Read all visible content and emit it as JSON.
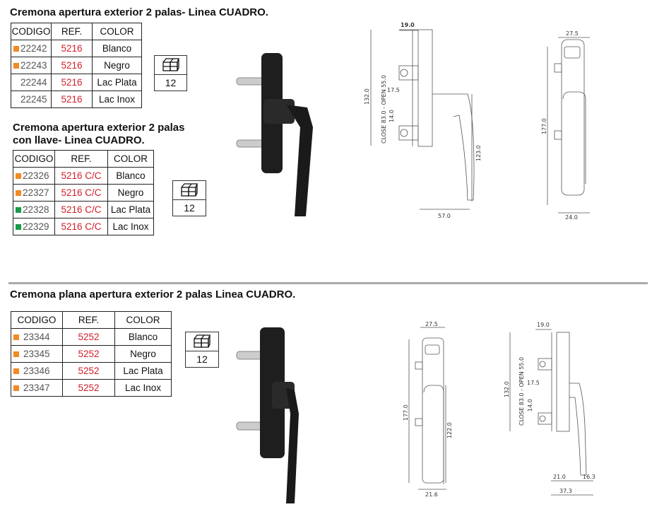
{
  "sections": [
    {
      "title": "Cremona apertura exterior 2 palas- Linea CUADRO.",
      "headers": [
        "CODIGO",
        "REF.",
        "COLOR"
      ],
      "rows": [
        {
          "code": "22242",
          "ref": "5216",
          "color": "Blanco",
          "marker": "#f08a24"
        },
        {
          "code": "22243",
          "ref": "5216",
          "color": "Negro",
          "marker": "#f08a24"
        },
        {
          "code": "22244",
          "ref": "5216",
          "color": "Lac Plata",
          "marker": ""
        },
        {
          "code": "22245",
          "ref": "5216",
          "color": "Lac Inox",
          "marker": ""
        }
      ],
      "pack_qty": "12"
    },
    {
      "title_line1": "Cremona apertura exterior 2 palas",
      "title_line2": "con llave- Linea CUADRO.",
      "headers": [
        "CODIGO",
        "REF.",
        "COLOR"
      ],
      "rows": [
        {
          "code": "22326",
          "ref": "5216 C/C",
          "color": "Blanco",
          "marker": "#f08a24"
        },
        {
          "code": "22327",
          "ref": "5216 C/C",
          "color": "Negro",
          "marker": "#f08a24"
        },
        {
          "code": "22328",
          "ref": "5216 C/C",
          "color": "Lac Plata",
          "marker": "#1a9a4a"
        },
        {
          "code": "22329",
          "ref": "5216 C/C",
          "color": "Lac Inox",
          "marker": "#1a9a4a"
        }
      ],
      "pack_qty": "12"
    },
    {
      "title": "Cremona plana apertura exterior  2 palas  Linea CUADRO.",
      "headers": [
        "CODIGO",
        "REF.",
        "COLOR"
      ],
      "rows": [
        {
          "code": "23344",
          "ref": "5252",
          "color": "Blanco",
          "marker": "#f08a24"
        },
        {
          "code": "23345",
          "ref": "5252",
          "color": "Negro",
          "marker": "#f08a24"
        },
        {
          "code": "23346",
          "ref": "5252",
          "color": "Lac Plata",
          "marker": "#f08a24"
        },
        {
          "code": "23347",
          "ref": "5252",
          "color": "Lac Inox",
          "marker": "#f08a24"
        }
      ],
      "pack_qty": "12"
    }
  ],
  "drawings": {
    "d1": {
      "w": "19.0",
      "h": "132.0",
      "travel": "CLOSE 83.0 - OPEN 55.0",
      "a": "17.5",
      "b": "14.0",
      "lever": "123.0",
      "depth": "57.0"
    },
    "d2": {
      "w": "27.5",
      "h": "177.0",
      "base": "24.0"
    },
    "d3": {
      "w": "27.5",
      "h": "177.0",
      "lever": "122.0",
      "base": "21.6"
    },
    "d4": {
      "w": "19.0",
      "h": "132.0",
      "travel": "CLOSE 83.0 - OPEN 55.0",
      "a": "17.5",
      "b": "14.0",
      "c": "21.0",
      "d": "16.3",
      "depth": "37.3"
    }
  }
}
